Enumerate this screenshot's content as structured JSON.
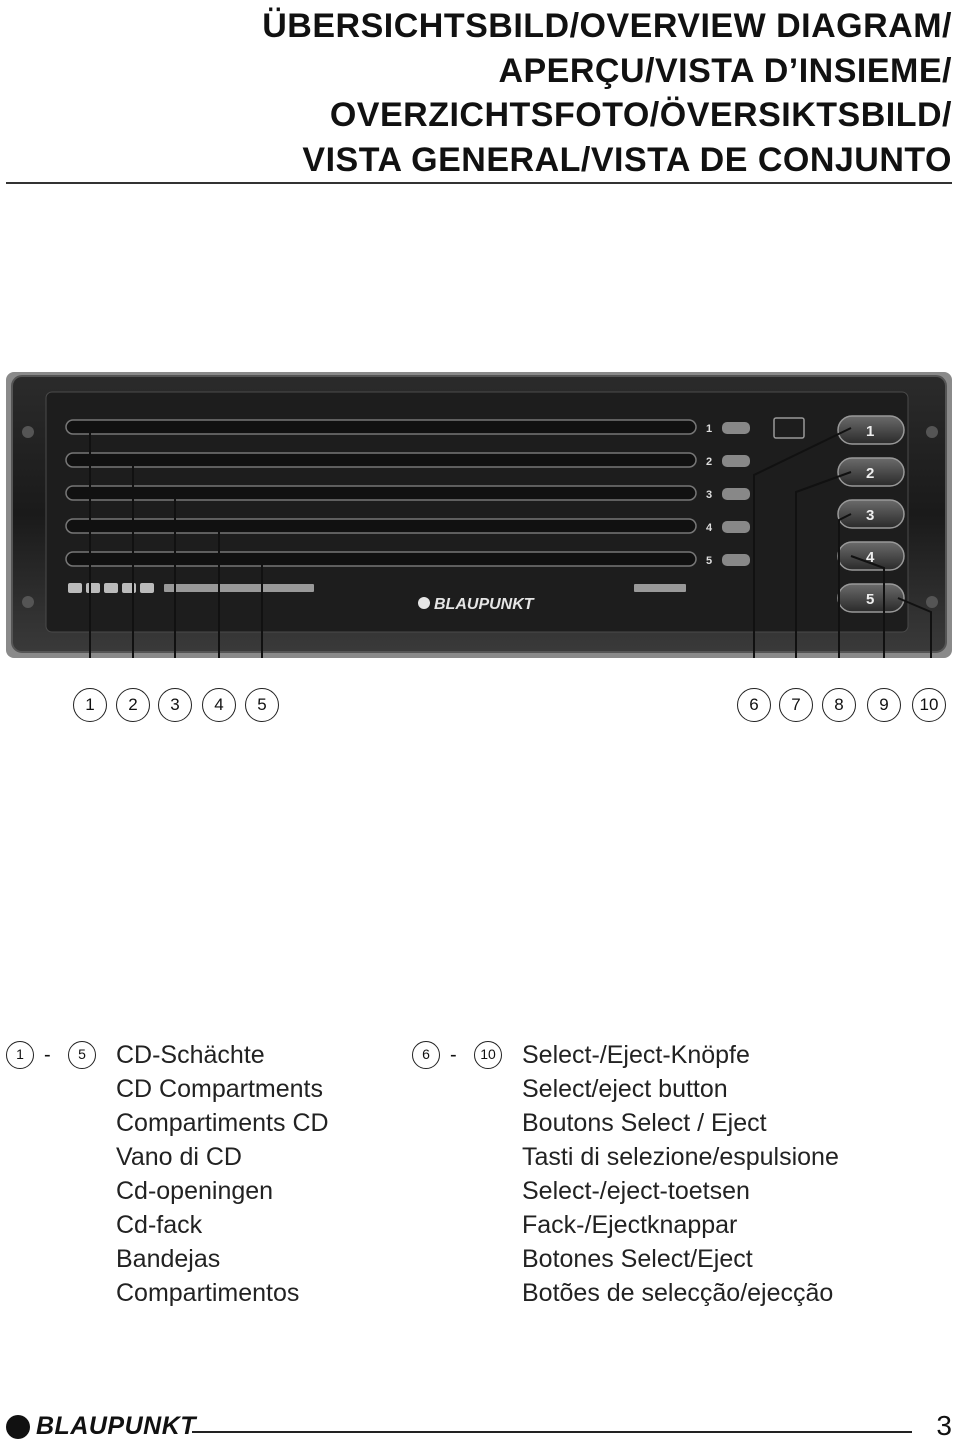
{
  "title": {
    "lines": [
      "ÜBERSICHTSBILD/OVERVIEW DIAGRAM/",
      "APERÇU/VISTA D’INSIEME/",
      "OVERZICHTSFOTO/ÖVERSIKTSBILD/",
      "VISTA GENERAL/VISTA DE CONJUNTO"
    ]
  },
  "device": {
    "slot_numbers": [
      "1",
      "2",
      "3",
      "4",
      "5"
    ],
    "button_numbers": [
      "1",
      "2",
      "3",
      "4",
      "5"
    ],
    "brand": "BLAUPUNKT"
  },
  "callouts": [
    "1",
    "2",
    "3",
    "4",
    "5",
    "6",
    "7",
    "8",
    "9",
    "10"
  ],
  "legend": [
    {
      "from": "1",
      "to": "5",
      "dash": "-",
      "items": [
        "CD-Schächte",
        "CD Compartments",
        "Compartiments CD",
        "Vano di CD",
        "Cd-openingen",
        "Cd-fack",
        "Bandejas",
        "Compartimentos"
      ]
    },
    {
      "from": "6",
      "to": "10",
      "dash": "-",
      "items": [
        "Select-/Eject-Knöpfe",
        "Select/eject button",
        "Boutons Select / Eject",
        "Tasti di selezione/espulsione",
        "Select-/eject-toetsen",
        "Fack-/Ejectknappar",
        "Botones Select/Eject",
        "Botões de selecção/ejecção"
      ]
    }
  ],
  "footer": {
    "brand": "BLAUPUNKT",
    "page_number": "3"
  }
}
